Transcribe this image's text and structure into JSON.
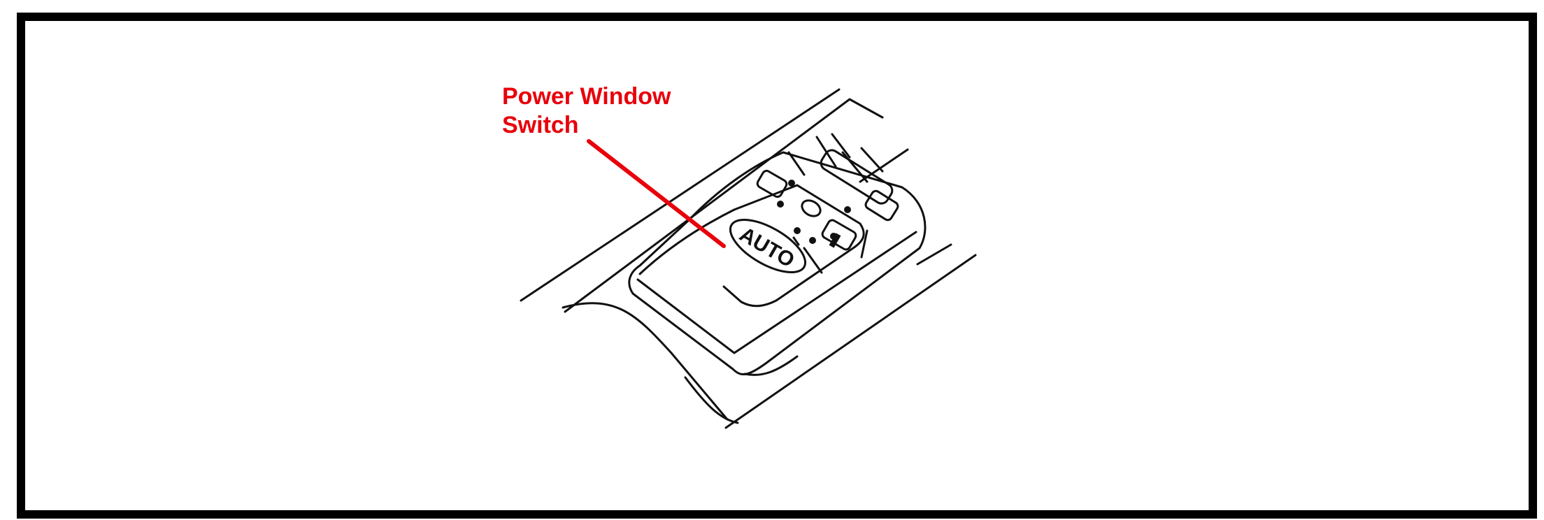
{
  "figure": {
    "callout_line1": "Power Window",
    "callout_line2": "Switch",
    "switch_label": "AUTO"
  },
  "colors": {
    "callout": "#e8000b",
    "ink": "#111111",
    "frame": "#000000"
  },
  "icons": [
    "power-window-switch-drawing",
    "callout-leader-line",
    "window-switch-buttons"
  ]
}
